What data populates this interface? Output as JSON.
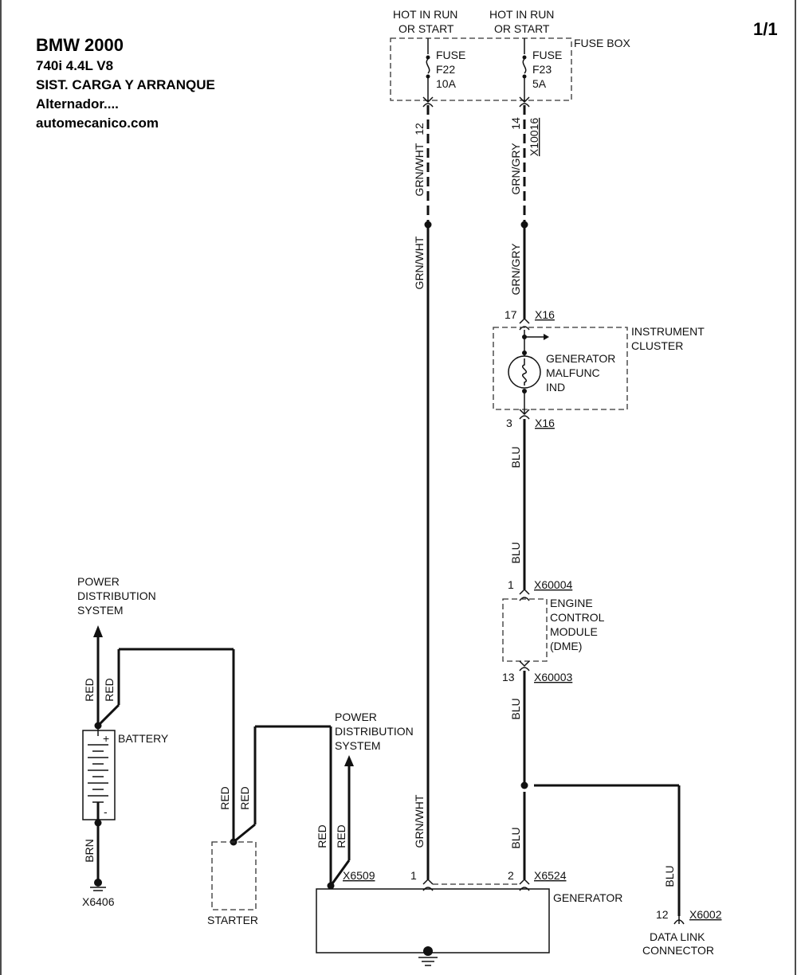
{
  "header": {
    "make": "BMW",
    "year": "2000",
    "model": "740i  4.4L  V8",
    "system": "SIST. CARGA Y ARRANQUE",
    "component": "Alternador....",
    "site": "automecanico.com",
    "page": "1/1"
  },
  "fuse_box": {
    "label": "FUSE BOX",
    "left_hot": [
      "HOT IN RUN",
      "OR START"
    ],
    "right_hot": [
      "HOT IN RUN",
      "OR START"
    ],
    "fuse_left": [
      "FUSE",
      "F22",
      "10A"
    ],
    "fuse_right": [
      "FUSE",
      "F23",
      "5A"
    ]
  },
  "wires": {
    "grn_wht": "GRN/WHT",
    "grn_gry": "GRN/GRY",
    "blu": "BLU",
    "red": "RED",
    "brn": "BRN"
  },
  "pins": {
    "p12_top": "12",
    "p14": "14",
    "p17": "17",
    "p3": "3",
    "p1_ecm": "1",
    "p13": "13",
    "p1_gen": "1",
    "p2_gen": "2",
    "p12_dlc": "12"
  },
  "connectors": {
    "x10016": "X10016",
    "x16_top": "X16",
    "x16_bottom": "X16",
    "x60004": "X60004",
    "x60003": "X60003",
    "x6524": "X6524",
    "x6509": "X6509",
    "x6406": "X6406",
    "x6002": "X6002"
  },
  "components": {
    "instrument_cluster": [
      "INSTRUMENT",
      "CLUSTER"
    ],
    "generator_indicator": [
      "GENERATOR",
      "MALFUNC",
      "IND"
    ],
    "ecm": [
      "ENGINE",
      "CONTROL",
      "MODULE",
      "(DME)"
    ],
    "generator": "GENERATOR",
    "battery": "BATTERY",
    "battery_plus": "+",
    "battery_minus": "-",
    "starter": "STARTER",
    "data_link": [
      "DATA LINK",
      "CONNECTOR"
    ],
    "power_dist_left": [
      "POWER",
      "DISTRIBUTION",
      "SYSTEM"
    ],
    "power_dist_mid": [
      "POWER",
      "DISTRIBUTION",
      "SYSTEM"
    ]
  }
}
